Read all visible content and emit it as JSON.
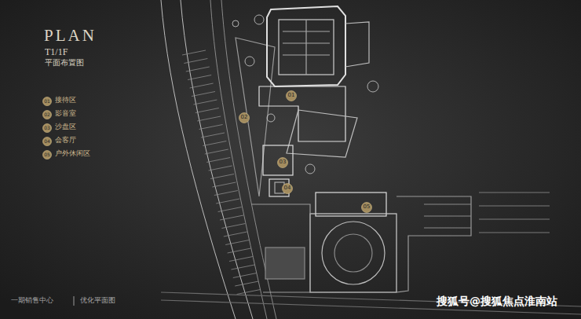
{
  "diagram": {
    "title": "PLAN",
    "labels": [
      "T1/1F",
      "平面布置图",
      "01",
      "接待区",
      "02",
      "影音室",
      "03",
      "沙盘区",
      "04",
      "会客厅",
      "05",
      "户外休闲区",
      "01",
      "02",
      "03",
      "04",
      "05",
      "一期销售中心",
      "优化平面图",
      "搜狐号@搜狐焦点淮南站"
    ]
  }
}
